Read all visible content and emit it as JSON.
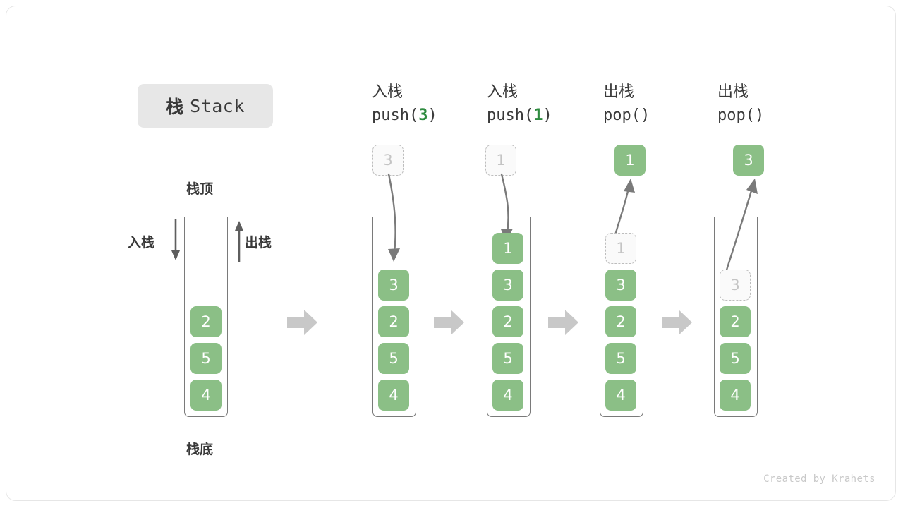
{
  "title": {
    "cn": "栈",
    "en": "Stack"
  },
  "labels": {
    "top": "栈顶",
    "bottom": "栈底",
    "push": "入栈",
    "pop": "出栈"
  },
  "colors": {
    "cell_green": "#8bbf86",
    "cell_text": "#ffffff",
    "ghost_border": "#bdbdbd",
    "ghost_text": "#c4c4c4",
    "arrow_gray": "#7a7a7a",
    "block_arrow": "#c8c8c8",
    "badge_bg": "#e7e7e7",
    "text_dark": "#3a3a3a",
    "arg_green": "#2e8b3f"
  },
  "credit": "Created by Krahets",
  "stages": [
    {
      "id": "initial",
      "head_cn": "",
      "head_code": "",
      "head_arg": "",
      "cells": [
        {
          "value": "2",
          "state": "solid"
        },
        {
          "value": "5",
          "state": "solid"
        },
        {
          "value": "4",
          "state": "solid"
        }
      ],
      "float_cell": null
    },
    {
      "id": "push-3",
      "head_cn": "入栈",
      "head_code_prefix": "push(",
      "head_arg": "3",
      "head_code_suffix": ")",
      "cells": [
        {
          "value": "3",
          "state": "solid"
        },
        {
          "value": "2",
          "state": "solid"
        },
        {
          "value": "5",
          "state": "solid"
        },
        {
          "value": "4",
          "state": "solid"
        }
      ],
      "float_cell": {
        "value": "3",
        "state": "ghost"
      }
    },
    {
      "id": "push-1",
      "head_cn": "入栈",
      "head_code_prefix": "push(",
      "head_arg": "1",
      "head_code_suffix": ")",
      "cells": [
        {
          "value": "1",
          "state": "solid"
        },
        {
          "value": "3",
          "state": "solid"
        },
        {
          "value": "2",
          "state": "solid"
        },
        {
          "value": "5",
          "state": "solid"
        },
        {
          "value": "4",
          "state": "solid"
        }
      ],
      "float_cell": {
        "value": "1",
        "state": "ghost"
      }
    },
    {
      "id": "pop-1",
      "head_cn": "出栈",
      "head_code_prefix": "pop(",
      "head_arg": "",
      "head_code_suffix": ")",
      "cells": [
        {
          "value": "1",
          "state": "ghost"
        },
        {
          "value": "3",
          "state": "solid"
        },
        {
          "value": "2",
          "state": "solid"
        },
        {
          "value": "5",
          "state": "solid"
        },
        {
          "value": "4",
          "state": "solid"
        }
      ],
      "float_cell": {
        "value": "1",
        "state": "solid"
      }
    },
    {
      "id": "pop-3",
      "head_cn": "出栈",
      "head_code_prefix": "pop(",
      "head_arg": "",
      "head_code_suffix": ")",
      "cells": [
        {
          "value": "3",
          "state": "ghost"
        },
        {
          "value": "2",
          "state": "solid"
        },
        {
          "value": "5",
          "state": "solid"
        },
        {
          "value": "4",
          "state": "solid"
        }
      ],
      "float_cell": {
        "value": "3",
        "state": "solid"
      }
    }
  ]
}
